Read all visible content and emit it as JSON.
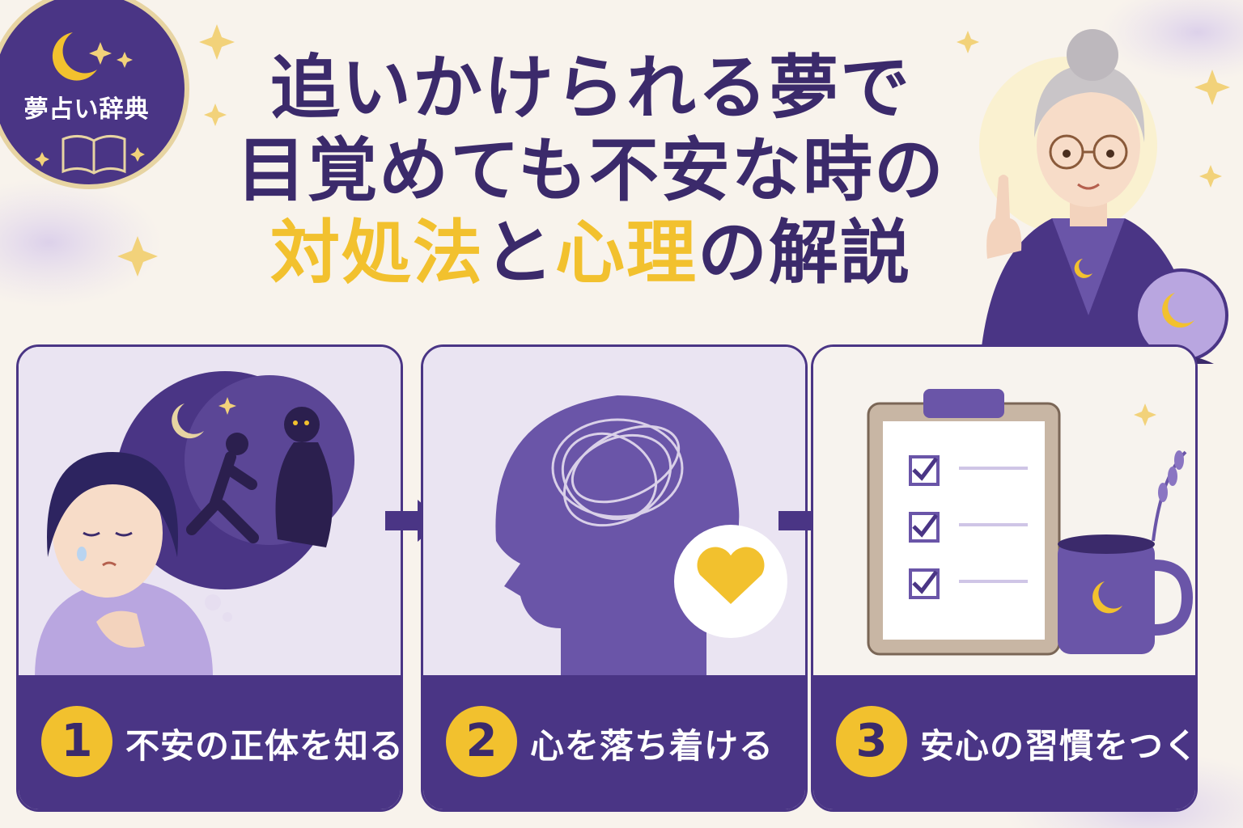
{
  "badge": {
    "label": "夢占い辞典"
  },
  "title": {
    "line1": "追いかけられる夢で",
    "line2": "目覚めても不安な時の",
    "line3_part1": "対処法",
    "line3_part2": "と",
    "line3_part3": "心理",
    "line3_part4": "の解説"
  },
  "steps": [
    {
      "number": "1",
      "label": "不安の正体を知る"
    },
    {
      "number": "2",
      "label": "心を落ち着ける"
    },
    {
      "number": "3",
      "label": "安心の習慣をつくる"
    }
  ],
  "colors": {
    "primary_purple": "#4a3585",
    "accent_yellow": "#f2c12e",
    "background": "#f8f3ec"
  }
}
